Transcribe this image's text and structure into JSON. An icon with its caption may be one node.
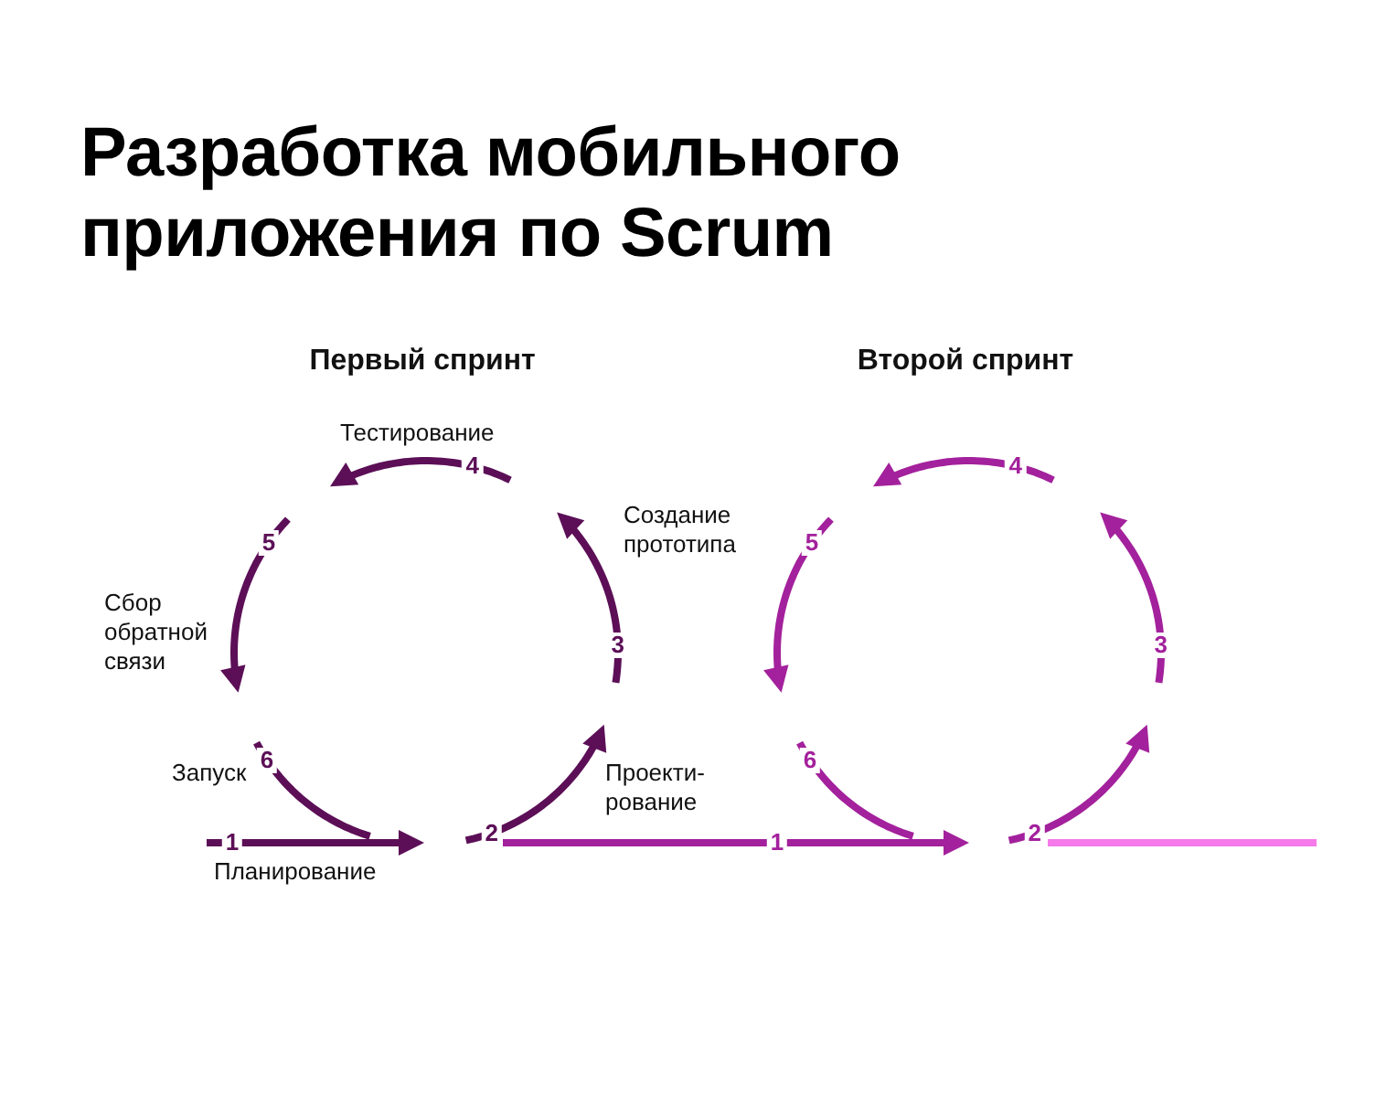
{
  "diagram": {
    "title": "Разработка мобильного приложения по Scrum",
    "labels": [
      "Первый спринт",
      "Второй спринт",
      "Тестирование",
      "4",
      "4",
      "Создание прототипа",
      "5",
      "5",
      "Сбор обратной связи",
      "3",
      "3",
      "Запуск",
      "6",
      "Проекти- рование",
      "6",
      "1",
      "2",
      "1",
      "2",
      "Планирование"
    ]
  }
}
